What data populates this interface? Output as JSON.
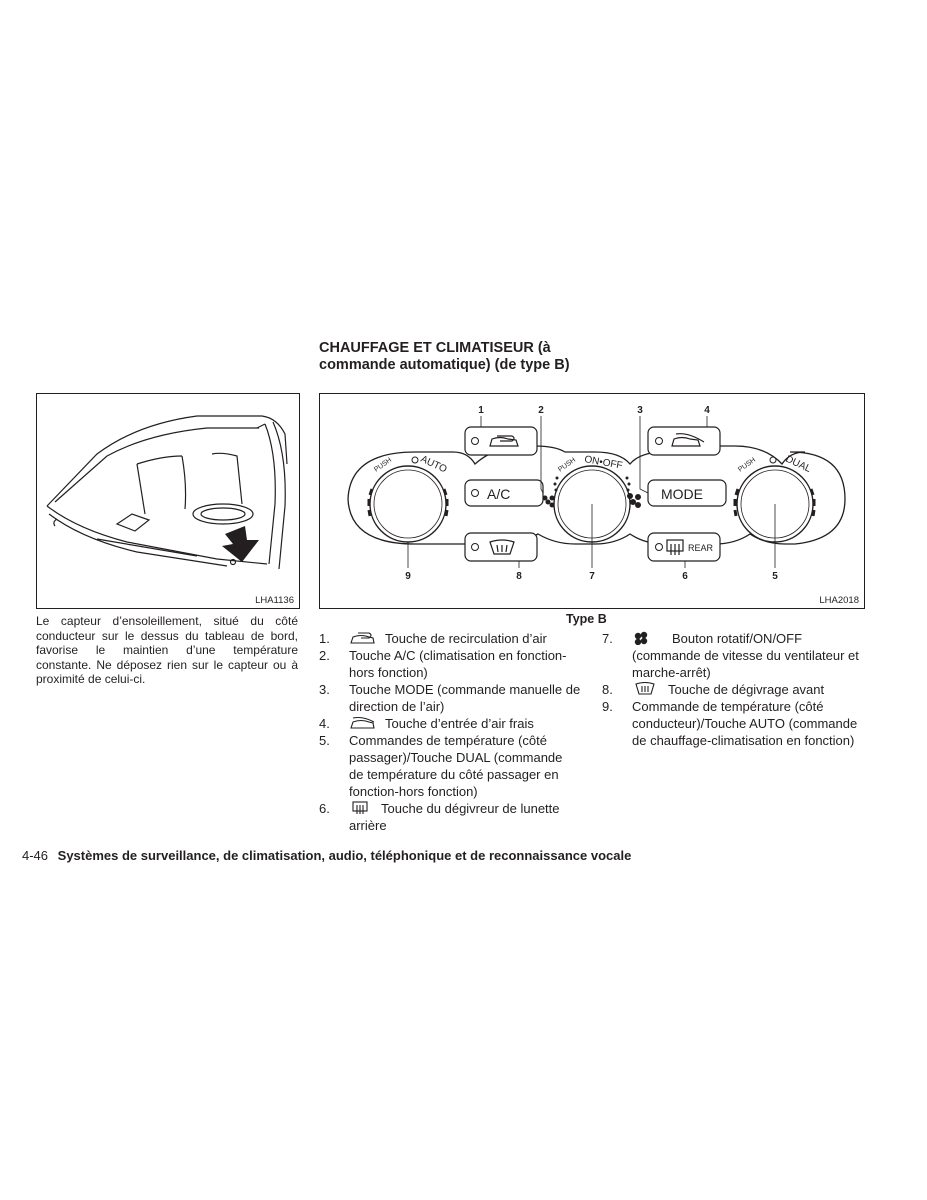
{
  "section": {
    "title_line1": "CHAUFFAGE ET CLIMATISEUR (à",
    "title_line2": "commande automatique) (de type B)"
  },
  "figure_left": {
    "label": "LHA1136",
    "caption": "Le capteur d’ensoleillement, situé du côté conducteur sur le dessus du tableau de bord, favorise le maintien d’une température constante. Ne déposez rien sur le capteur ou à proximité de celui-ci."
  },
  "figure_right": {
    "label": "LHA2018",
    "callouts": [
      "1",
      "2",
      "3",
      "4",
      "9",
      "8",
      "7",
      "6",
      "5"
    ],
    "buttons": {
      "ac": "A/C",
      "mode": "MODE",
      "rear": "REAR"
    },
    "ring_left": {
      "push": "PUSH",
      "word": "AUTO"
    },
    "ring_center": {
      "push": "PUSH",
      "word": "ON•OFF"
    },
    "ring_right": {
      "push": "PUSH",
      "word": "DUAL"
    },
    "type_label": "Type B"
  },
  "list": [
    {
      "num": "1.",
      "icon": "recirculation-icon",
      "text": "Touche de recirculation d’air"
    },
    {
      "num": "2.",
      "text": "Touche A/C (climatisation en fonction-hors fonction)"
    },
    {
      "num": "3.",
      "text": "Touche MODE (commande manuelle de direction de l’air)"
    },
    {
      "num": "4.",
      "icon": "fresh-air-icon",
      "text": "Touche d’entrée d’air frais"
    },
    {
      "num": "5.",
      "text": "Commandes de température (côté passager)/Touche DUAL (commande de température du côté passager en fonction-hors fonction)"
    },
    {
      "num": "6.",
      "icon": "rear-defrost-icon",
      "text": "Touche du dégivreur de lunette arrière"
    },
    {
      "num": "7.",
      "icon": "fan-icon",
      "text": "Bouton rotatif/ON/OFF (commande de vitesse du ventilateur et marche-arrêt)"
    },
    {
      "num": "8.",
      "icon": "front-defrost-icon",
      "text": "Touche de dégivrage avant"
    },
    {
      "num": "9.",
      "text": "Commande de température (côté conducteur)/Touche AUTO (commande de chauffage-climatisation en fonction)"
    }
  ],
  "footer": {
    "page": "4-46",
    "title": "Systèmes de surveillance, de climatisation, audio, téléphonique et de reconnaissance vocale"
  }
}
